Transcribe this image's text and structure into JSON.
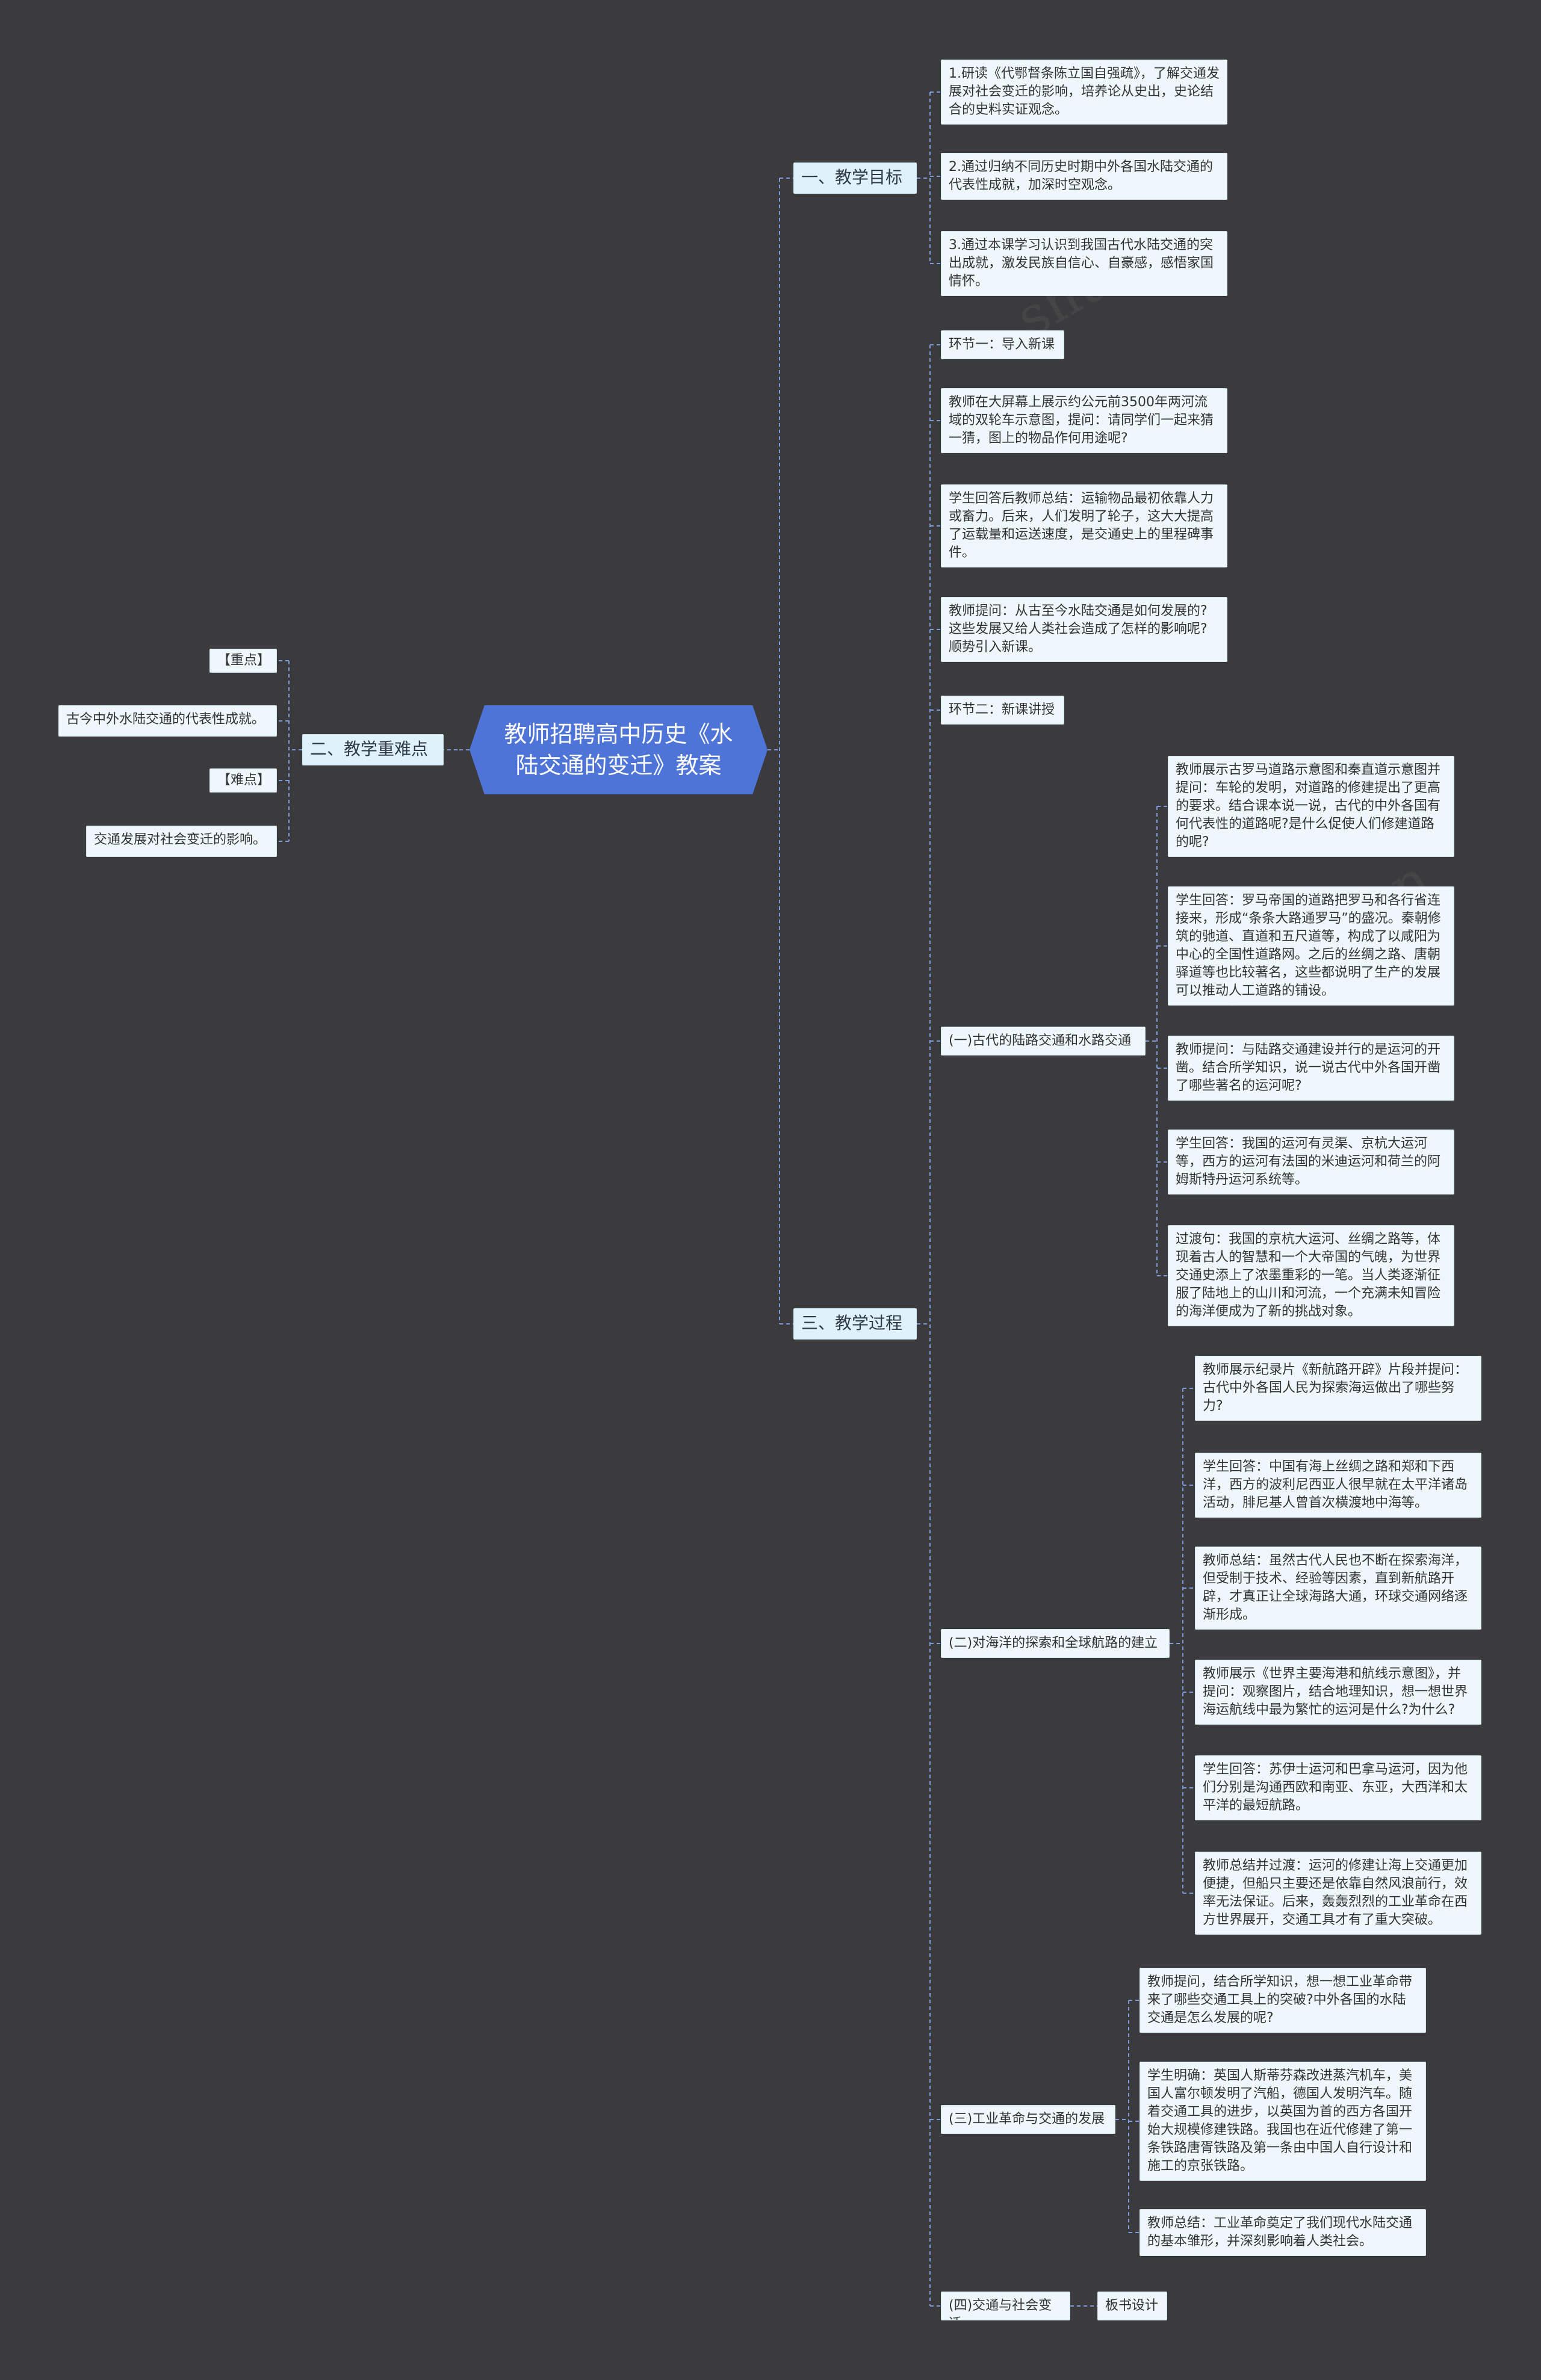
{
  "root": {
    "title": "教师招聘高中历史《水陆交通的变迁》教案"
  },
  "branch1": {
    "label": "一、教学目标",
    "items": [
      "1.研读《代鄂督条陈立国自强疏》，了解交通发展对社会变迁的影响，培养论从史出，史论结合的史料实证观念。",
      "2.通过归纳不同历史时期中外各国水陆交通的代表性成就，加深时空观念。",
      "3.通过本课学习认识到我国古代水陆交通的突出成就，激发民族自信心、自豪感，感悟家国情怀。"
    ]
  },
  "branch2": {
    "label": "二、教学重难点",
    "items": [
      "【重点】",
      "古今中外水陆交通的代表性成就。",
      "【难点】",
      "交通发展对社会变迁的影响。"
    ]
  },
  "branch3": {
    "label": "三、教学过程",
    "intro": [
      "环节一：导入新课",
      "教师在大屏幕上展示约公元前3500年两河流域的双轮车示意图，提问：请同学们一起来猜一猜，图上的物品作何用途呢?",
      "学生回答后教师总结：运输物品最初依靠人力或畜力。后来，人们发明了轮子，这大大提高了运载量和运送速度，是交通史上的里程碑事件。",
      "教师提问：从古至今水陆交通是如何发展的?这些发展又给人类社会造成了怎样的影响呢?顺势引入新课。",
      "环节二：新课讲授"
    ],
    "sections": [
      {
        "label": "(一)古代的陆路交通和水路交通",
        "items": [
          "教师展示古罗马道路示意图和秦直道示意图并提问：车轮的发明，对道路的修建提出了更高的要求。结合课本说一说，古代的中外各国有何代表性的道路呢?是什么促使人们修建道路的呢?",
          "学生回答：罗马帝国的道路把罗马和各行省连接来，形成“条条大路通罗马”的盛况。秦朝修筑的驰道、直道和五尺道等，构成了以咸阳为中心的全国性道路网。之后的丝绸之路、唐朝驿道等也比较著名，这些都说明了生产的发展可以推动人工道路的铺设。",
          "教师提问：与陆路交通建设并行的是运河的开凿。结合所学知识，说一说古代中外各国开凿了哪些著名的运河呢?",
          "学生回答：我国的运河有灵渠、京杭大运河等，西方的运河有法国的米迪运河和荷兰的阿姆斯特丹运河系统等。",
          "过渡句：我国的京杭大运河、丝绸之路等，体现着古人的智慧和一个大帝国的气魄，为世界交通史添上了浓墨重彩的一笔。当人类逐渐征服了陆地上的山川和河流，一个充满未知冒险的海洋便成为了新的挑战对象。"
        ]
      },
      {
        "label": "(二)对海洋的探索和全球航路的建立",
        "items": [
          "教师展示纪录片《新航路开辟》片段并提问：古代中外各国人民为探索海运做出了哪些努力?",
          "学生回答：中国有海上丝绸之路和郑和下西洋，西方的波利尼西亚人很早就在太平洋诸岛活动，腓尼基人曾首次横渡地中海等。",
          "教师总结：虽然古代人民也不断在探索海洋，但受制于技术、经验等因素，直到新航路开辟，才真正让全球海路大通，环球交通网络逐渐形成。",
          "教师展示《世界主要海港和航线示意图》，并提问：观察图片，结合地理知识，想一想世界海运航线中最为繁忙的运河是什么?为什么?",
          "学生回答：苏伊士运河和巴拿马运河，因为他们分别是沟通西欧和南亚、东亚，大西洋和太平洋的最短航路。",
          "教师总结并过渡：运河的修建让海上交通更加便捷，但船只主要还是依靠自然风浪前行，效率无法保证。后来，轰轰烈烈的工业革命在西方世界展开，交通工具才有了重大突破。"
        ]
      },
      {
        "label": "(三)工业革命与交通的发展",
        "items": [
          "教师提问，结合所学知识，想一想工业革命带来了哪些交通工具上的突破?中外各国的水陆交通是怎么发展的呢?",
          "学生明确：英国人斯蒂芬森改进蒸汽机车，美国人富尔顿发明了汽船，德国人发明汽车。随着交通工具的进步，以英国为首的西方各国开始大规模修建铁路。我国也在近代修建了第一条铁路唐胥铁路及第一条由中国人自行设计和施工的京张铁路。",
          "教师总结：工业革命奠定了我们现代水陆交通的基本雏形，并深刻影响着人类社会。"
        ]
      },
      {
        "label": "(四)交通与社会变迁",
        "items": [
          "板书设计"
        ]
      }
    ]
  },
  "colors": {
    "background": "#3b3b3d",
    "root": "#4d74d6",
    "branch_bg": "#dff1fb",
    "leaf_bg": "#eef7fb",
    "connector": "#7d9ad8"
  }
}
